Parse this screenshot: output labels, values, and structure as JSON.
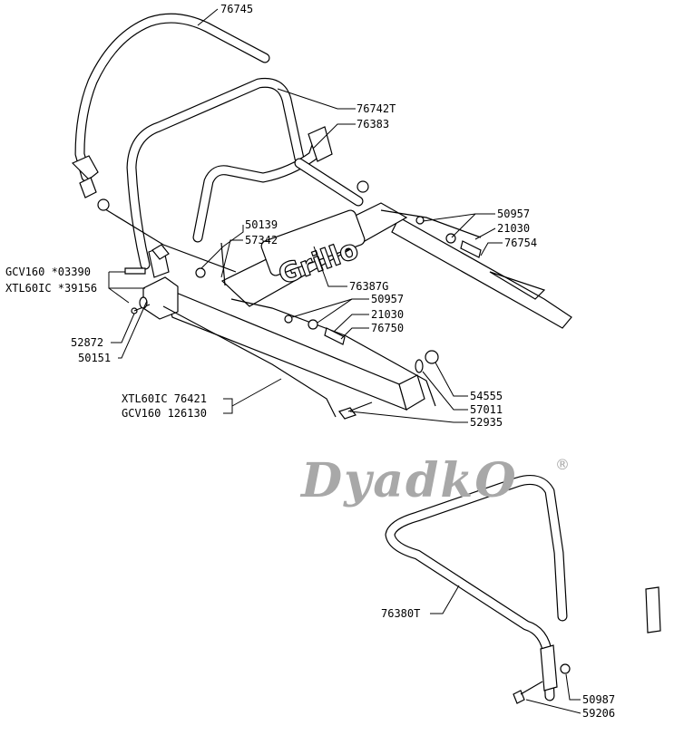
{
  "labels": {
    "p76745": "76745",
    "p76742T": "76742T",
    "p76383": "76383",
    "p50957a": "50957",
    "p21030a": "21030",
    "p76754": "76754",
    "p50139": "50139",
    "p57342": "57342",
    "p76387G": "76387G",
    "p50957b": "50957",
    "p21030b": "21030",
    "p76750": "76750",
    "gcv160_a": "GCV160 *03390",
    "xtl60ic_a": "XTL60IC *39156",
    "p52872": "52872",
    "p50151": "50151",
    "xtl60ic_b": "XTL60IC  76421",
    "gcv160_b": "GCV160 126130",
    "p54555": "54555",
    "p57011": "57011",
    "p52935": "52935",
    "p76380T": "76380T",
    "p50987": "50987",
    "p59206": "59206"
  },
  "plate_logo": "Grillo",
  "watermark": {
    "text": "DyadkO",
    "registered": "®",
    "color": "#a8a8a8"
  }
}
